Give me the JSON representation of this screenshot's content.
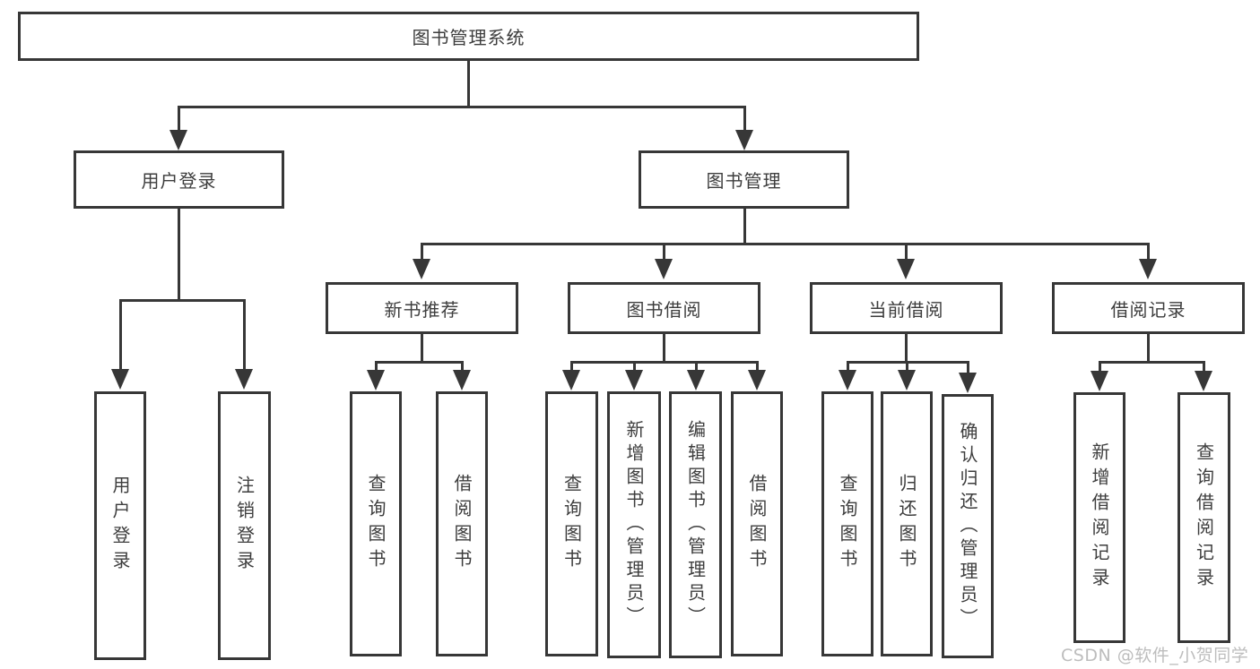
{
  "title": "图书管理系统",
  "nodes": {
    "user_login": "用户登录",
    "book_mgmt": "图书管理",
    "login_leaf": "用户登录",
    "logout_leaf": "注销登录",
    "new_book_rec": "新书推荐",
    "book_borrow": "图书借阅",
    "current_borrow": "当前借阅",
    "borrow_record": "借阅记录",
    "nb_query": "查询图书",
    "nb_borrow": "借阅图书",
    "bb_query": "查询图书",
    "bb_add": "新增图书（管理员）",
    "bb_edit": "编辑图书（管理员）",
    "bb_borrow": "借阅图书",
    "cb_query": "查询图书",
    "cb_return": "归还图书",
    "cb_confirm": "确认归还（管理员）",
    "br_add": "新增借阅记录",
    "br_query": "查询借阅记录"
  },
  "watermark": "CSDN @软件_小贺同学",
  "colors": {
    "line": "#373737",
    "text": "#3d3d3d",
    "watermark": "#bdbdbd",
    "background": "#ffffff"
  }
}
